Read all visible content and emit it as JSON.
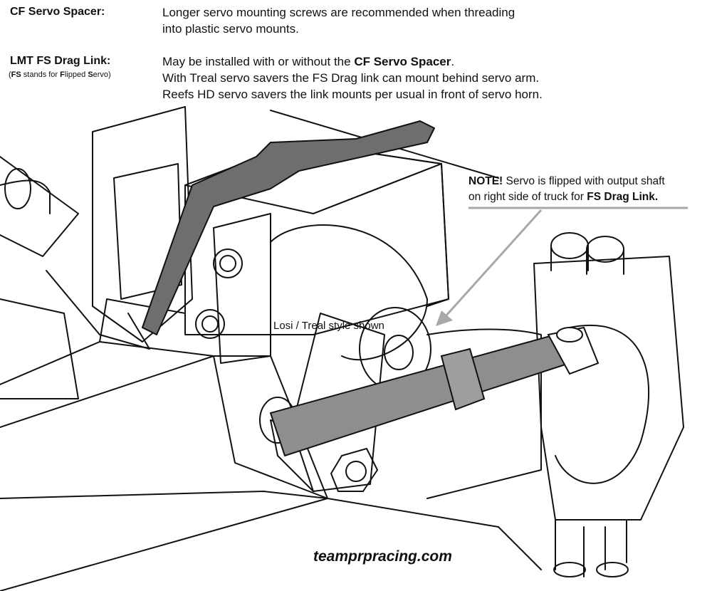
{
  "header": {
    "cf_spacer_label": "CF Servo Spacer:",
    "cf_spacer_line1": "Longer servo mounting screws are recommended  when threading",
    "cf_spacer_line2": "into plastic servo mounts.",
    "drag_link_label": "LMT FS Drag Link:",
    "drag_link_sub": {
      "p1": "(",
      "b1": "FS",
      "p2": " stands for ",
      "b2": "F",
      "p3": "lipped ",
      "b3": "S",
      "p4": "ervo)"
    },
    "drag_link_line1_pre": "May be installed with or without the ",
    "drag_link_line1_bold": "CF Servo Spacer",
    "drag_link_line1_post": ".",
    "drag_link_line2": "With Treal servo savers the FS Drag link can mount behind servo arm.",
    "drag_link_line3": "Reefs HD servo savers the link mounts per usual in front of servo horn."
  },
  "note": {
    "bold": "NOTE!",
    "line1_rest": " Servo is flipped with output shaft",
    "line2_pre": "on right side of truck for ",
    "line2_bold": "FS Drag Link."
  },
  "illustration": {
    "callout": "Losi / Treal style shown",
    "colors": {
      "line": "#111111",
      "spacer_fill": "#6e6e6e",
      "link_fill": "#8e8e8e",
      "arrow": "#a8a8a8"
    }
  },
  "footer": {
    "site": "teamprpracing.com"
  }
}
